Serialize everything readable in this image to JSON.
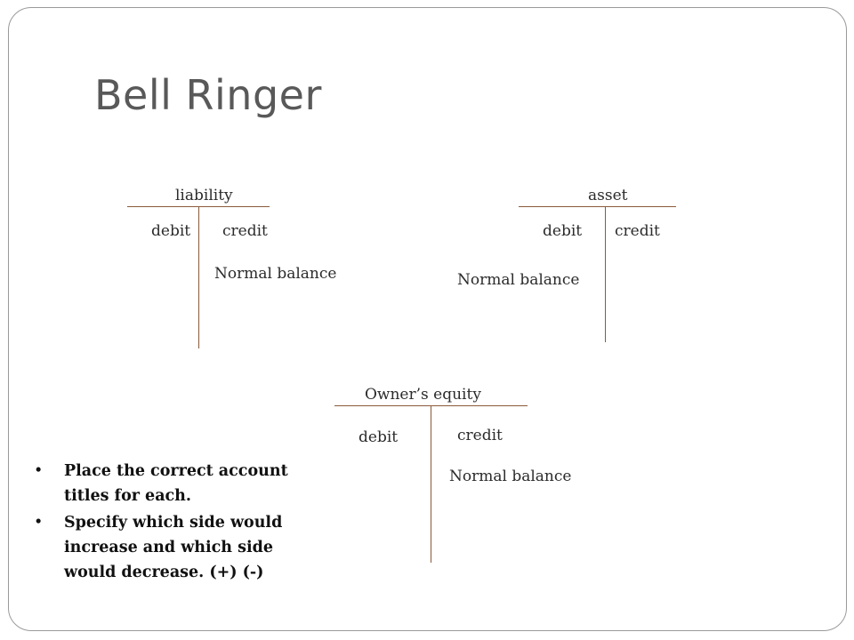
{
  "slide": {
    "title": "Bell Ringer"
  },
  "t_accounts": [
    {
      "name": "liability",
      "left_label": "debit",
      "right_label": "credit",
      "normal_balance": "Normal balance"
    },
    {
      "name": "asset",
      "left_label": "debit",
      "right_label": "credit",
      "normal_balance": "Normal balance"
    },
    {
      "name": "Owner’s equity",
      "left_label": "debit",
      "right_label": "credit",
      "normal_balance": "Normal balance"
    }
  ],
  "instructions": [
    "Place the correct account titles for each.",
    "Specify which side would increase and which side would decrease. (+) (-)"
  ],
  "colors": {
    "t_line": "#8a5a3a",
    "title": "#595959",
    "frame": "#9a9a9a"
  }
}
